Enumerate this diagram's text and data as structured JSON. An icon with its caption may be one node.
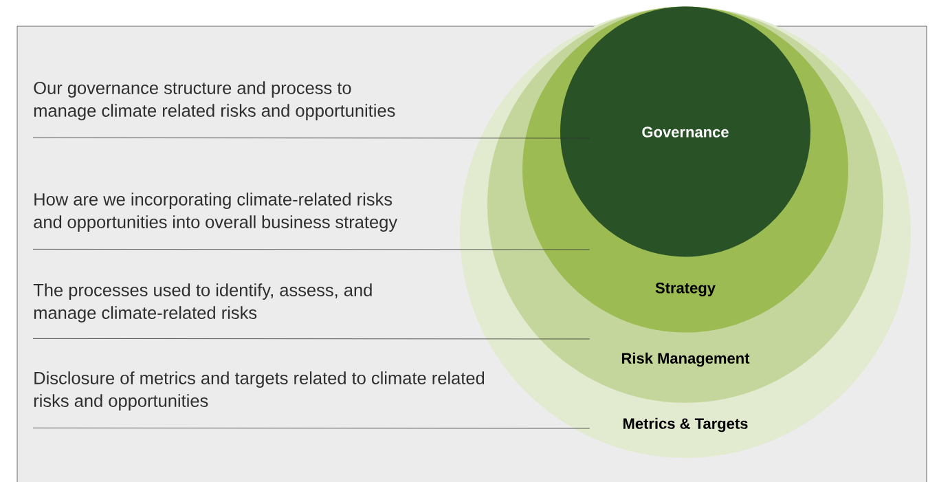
{
  "diagram": {
    "nodes": [
      {
        "text": [
          "Metrics & Targets"
        ]
      },
      {
        "text": [
          "Risk Management"
        ],
        "in": 0
      },
      {
        "text": [
          "Strategy"
        ],
        "in": 1
      },
      {
        "text": [
          "Governance"
        ],
        "in": 2
      },
      {
        "text": [
          "Our governance structure and process to manage climate related risks and opportunities"
        ]
      },
      {
        "text": [
          "How are we incorporating climate-related risks and opportunities into overall business strategy"
        ]
      },
      {
        "text": [
          "The processes used to identify, assess, and manage climate-related risks"
        ]
      },
      {
        "text": [
          "Disclosure of metrics and targets related to climate related risks and opportunities"
        ]
      }
    ],
    "edges": [
      {
        "from": 4,
        "to": 3,
        "arrow": "none"
      },
      {
        "from": 5,
        "to": 2,
        "arrow": "none"
      },
      {
        "from": 6,
        "to": 1,
        "arrow": "none"
      },
      {
        "from": 7,
        "to": 0,
        "arrow": "none"
      }
    ]
  }
}
